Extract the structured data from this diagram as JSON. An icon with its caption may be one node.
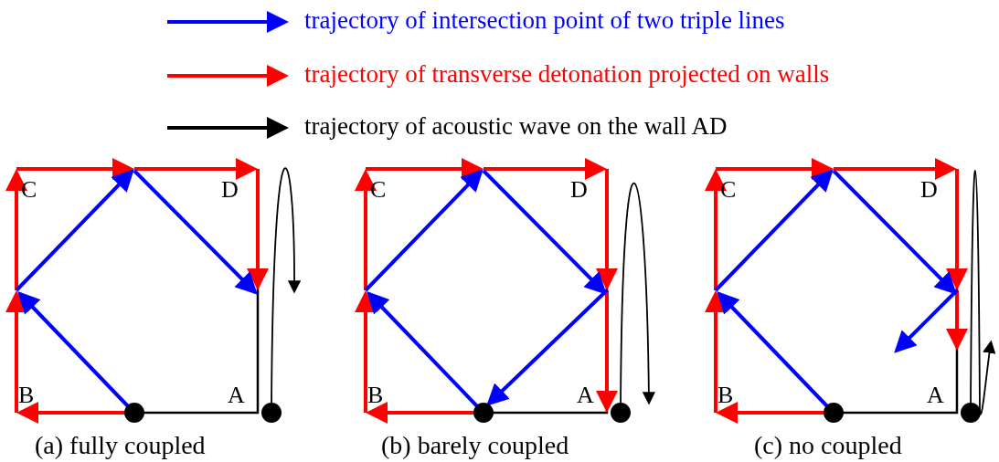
{
  "diagram": {
    "labels": [
      "C",
      "D",
      "C",
      "D",
      "C",
      "D",
      "B",
      "A",
      "B",
      "A",
      "B",
      "A",
      "(a) fully coupled",
      "(b) barely coupled",
      "(c) no coupled"
    ],
    "legend": [
      {
        "text": "trajectory of intersection point of two triple lines"
      },
      {
        "text": "trajectory of transverse detonation projected on walls"
      },
      {
        "text": "trajectory of acoustic wave on the wall AD"
      }
    ]
  }
}
